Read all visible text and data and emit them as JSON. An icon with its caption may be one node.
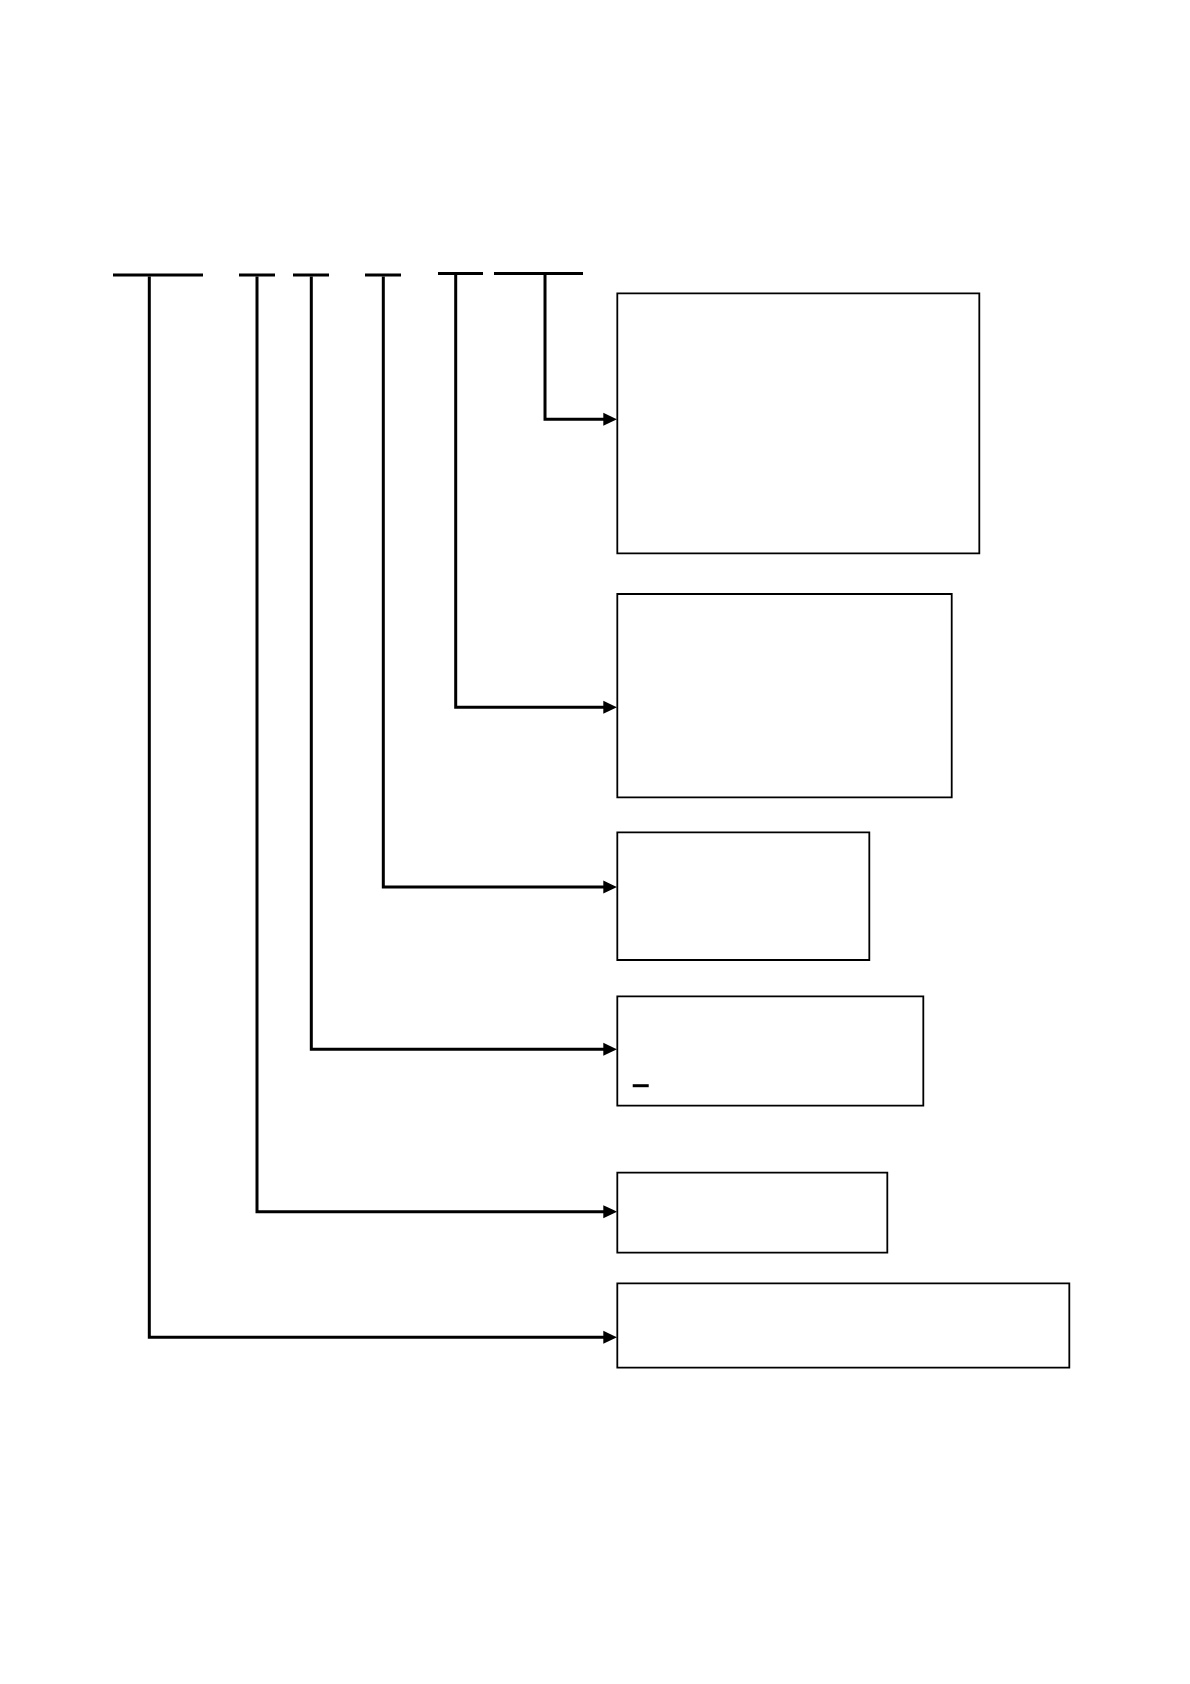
{
  "diagram": {
    "nodes": [
      {
        "text": [],
        "shape": "bar"
      },
      {
        "text": [],
        "shape": "bar"
      },
      {
        "text": [],
        "shape": "bar"
      },
      {
        "text": [],
        "shape": "bar"
      },
      {
        "text": [],
        "shape": "bar"
      },
      {
        "text": [],
        "shape": "bar"
      },
      {
        "text": [],
        "shape": "box"
      },
      {
        "text": [],
        "shape": "box"
      },
      {
        "text": [],
        "shape": "box"
      },
      {
        "text": [],
        "shape": "box"
      },
      {
        "text": [],
        "shape": "box"
      },
      {
        "text": [],
        "shape": "box"
      }
    ],
    "edges": [
      {
        "from": 0,
        "to": 11,
        "arrow": "to"
      },
      {
        "from": 1,
        "to": 10,
        "arrow": "to"
      },
      {
        "from": 2,
        "to": 9,
        "arrow": "to"
      },
      {
        "from": 3,
        "to": 8,
        "arrow": "to"
      },
      {
        "from": 4,
        "to": 7,
        "arrow": "to"
      },
      {
        "from": 5,
        "to": 6,
        "arrow": "to"
      }
    ]
  }
}
